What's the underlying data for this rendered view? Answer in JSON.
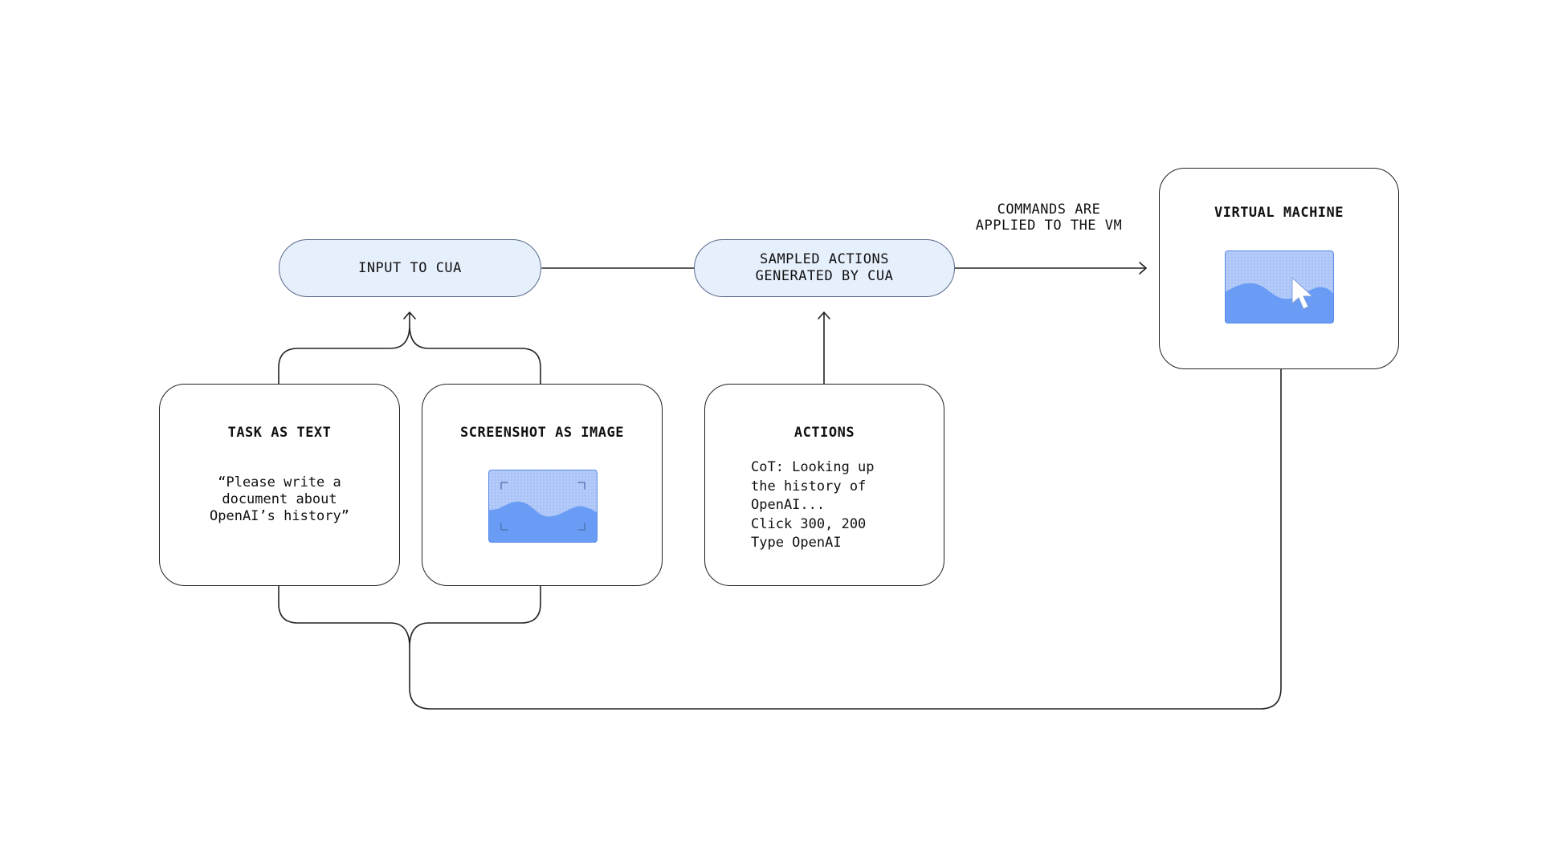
{
  "diagram": {
    "input_pill": {
      "label": "INPUT TO CUA"
    },
    "actions_pill": {
      "label": "SAMPLED ACTIONS\nGENERATED BY CUA"
    },
    "commands_note": {
      "text": "COMMANDS ARE\nAPPLIED TO THE VM"
    },
    "vm_card": {
      "title": "VIRTUAL MACHINE",
      "icon": "screen-with-cursor-icon"
    },
    "task_card": {
      "title": "TASK AS TEXT",
      "quote": "“Please write a\ndocument about\nOpenAI’s history”"
    },
    "screenshot_card": {
      "title": "SCREENSHOT AS IMAGE",
      "icon": "screenshot-frame-icon"
    },
    "actions_card": {
      "title": "ACTIONS",
      "body": "CoT: Looking up\nthe history of\nOpenAI...\nClick 300, 200\nType OpenAI"
    },
    "colors": {
      "pill_fill": "#e6effc",
      "pill_border": "#5a6b8c",
      "line": "#222222",
      "image_blue": "#6b9cf5",
      "image_light": "#a9c4f8"
    }
  }
}
